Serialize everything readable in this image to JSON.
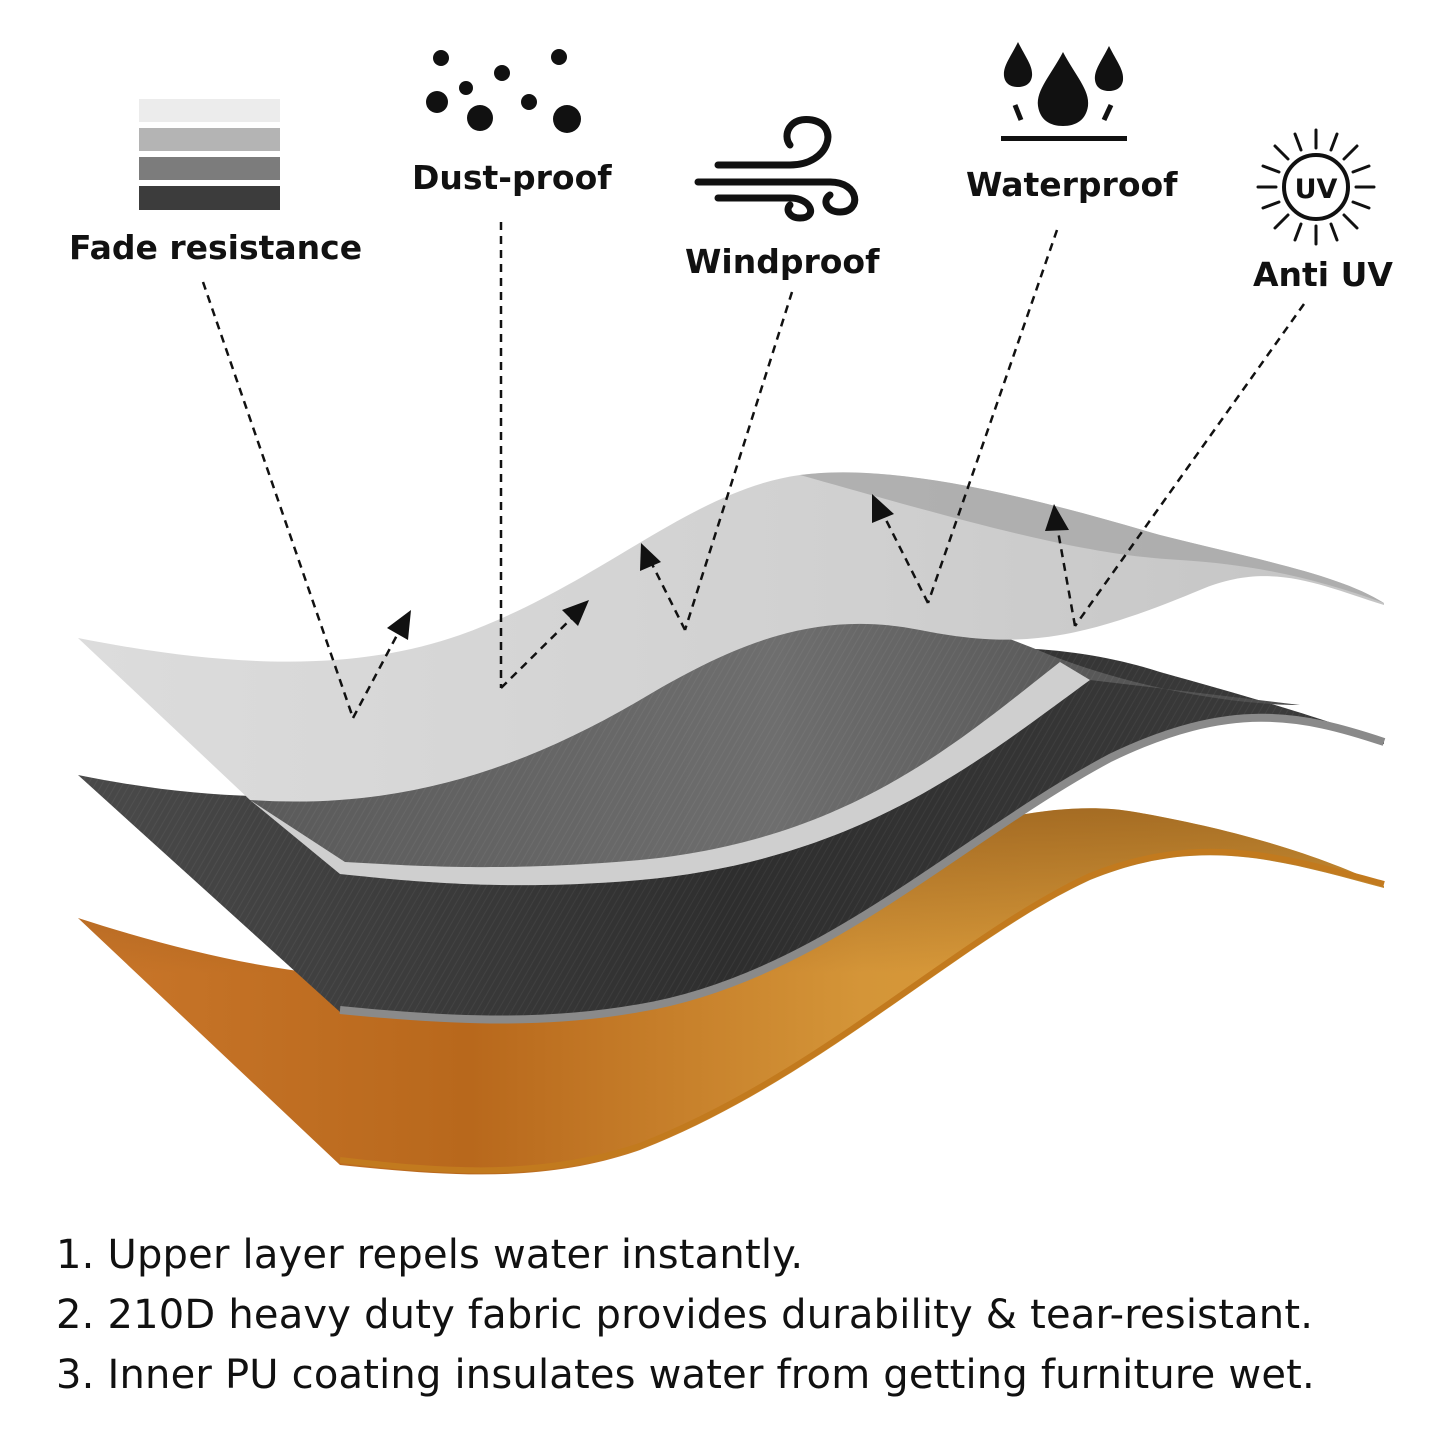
{
  "features": {
    "fade": {
      "label": "Fade resistance",
      "icon": "color-swatch-stack-icon"
    },
    "dust": {
      "label": "Dust-proof",
      "icon": "dust-particles-icon"
    },
    "wind": {
      "label": "Windproof",
      "icon": "wind-icon"
    },
    "water": {
      "label": "Waterproof",
      "icon": "water-drops-icon"
    },
    "uv": {
      "label": "Anti UV",
      "icon": "uv-sun-icon",
      "badge": "UV"
    }
  },
  "layers": [
    {
      "name": "upper-layer",
      "color": "#d4d4d4"
    },
    {
      "name": "fabric-layer",
      "color": "#3a3a3a"
    },
    {
      "name": "pu-coating-layer",
      "color": "#d9952e"
    }
  ],
  "descriptions": [
    "1. Upper layer repels water instantly.",
    "2. 210D heavy duty fabric provides durability & tear-resistant.",
    "3. Inner PU coating insulates water from getting furniture wet."
  ]
}
